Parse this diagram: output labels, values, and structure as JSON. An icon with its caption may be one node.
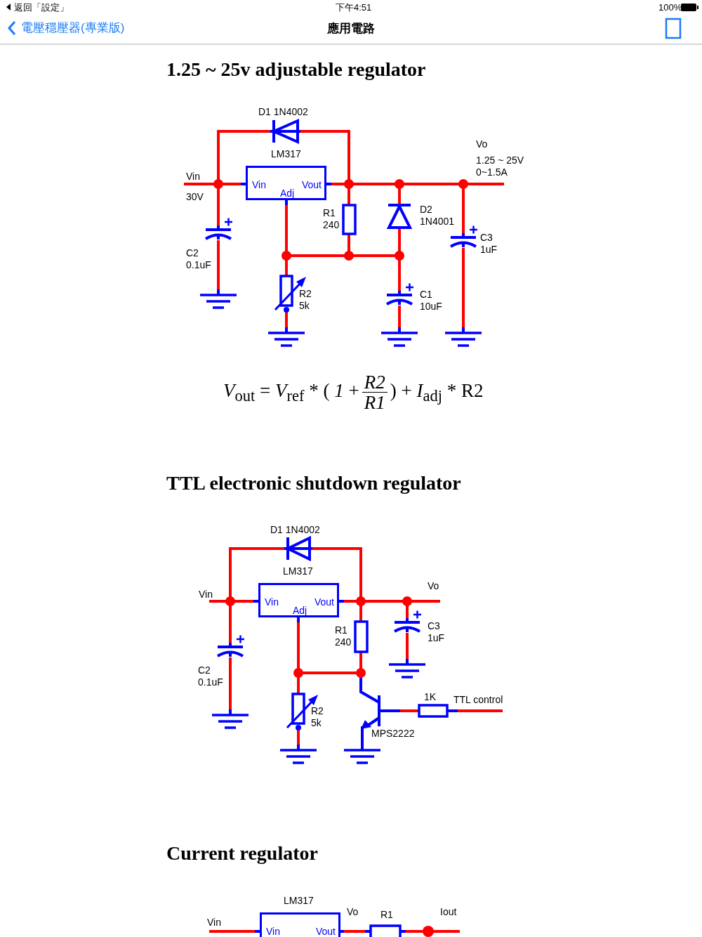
{
  "diagram": {
    "title": "應用電路",
    "nodes": [
      {
        "text": [
          "LM317",
          "Vin",
          "Adj",
          "Vout"
        ]
      },
      {
        "text": [
          "LM317",
          "Vin",
          "Adj",
          "Vout"
        ]
      },
      {
        "text": [
          "LM317",
          "Vin",
          "Vout"
        ]
      }
    ],
    "labels": [
      "返回「設定」",
      "下午4:51",
      "100%",
      "電壓穩壓器(專業版)",
      "1.25 ~ 25v adjustable regulator",
      "D1 1N4002",
      "Vo",
      "1.25 ~ 25V",
      "0~1.5A",
      "Vin",
      "30V",
      "R1",
      "240",
      "D2",
      "1N4001",
      "C3",
      "1uF",
      "C2",
      "0.1uF",
      "R2",
      "5k",
      "C1",
      "10uF",
      "*V*$_{out}$ = *V*$_{ref}$ * ( *1* +",
      "R2",
      "R1",
      ") + *I*$_{adj}$ * R2",
      "TTL electronic shutdown regulator",
      "D1 1N4002",
      "Vo",
      "Vin",
      "R1",
      "240",
      "C3",
      "1uF",
      "C2",
      "0.1uF",
      "1K",
      "TTL control",
      "R2",
      "5k",
      "MPS2222",
      "Current regulator",
      "Vin",
      "Vo",
      "R1",
      "Iout"
    ]
  }
}
